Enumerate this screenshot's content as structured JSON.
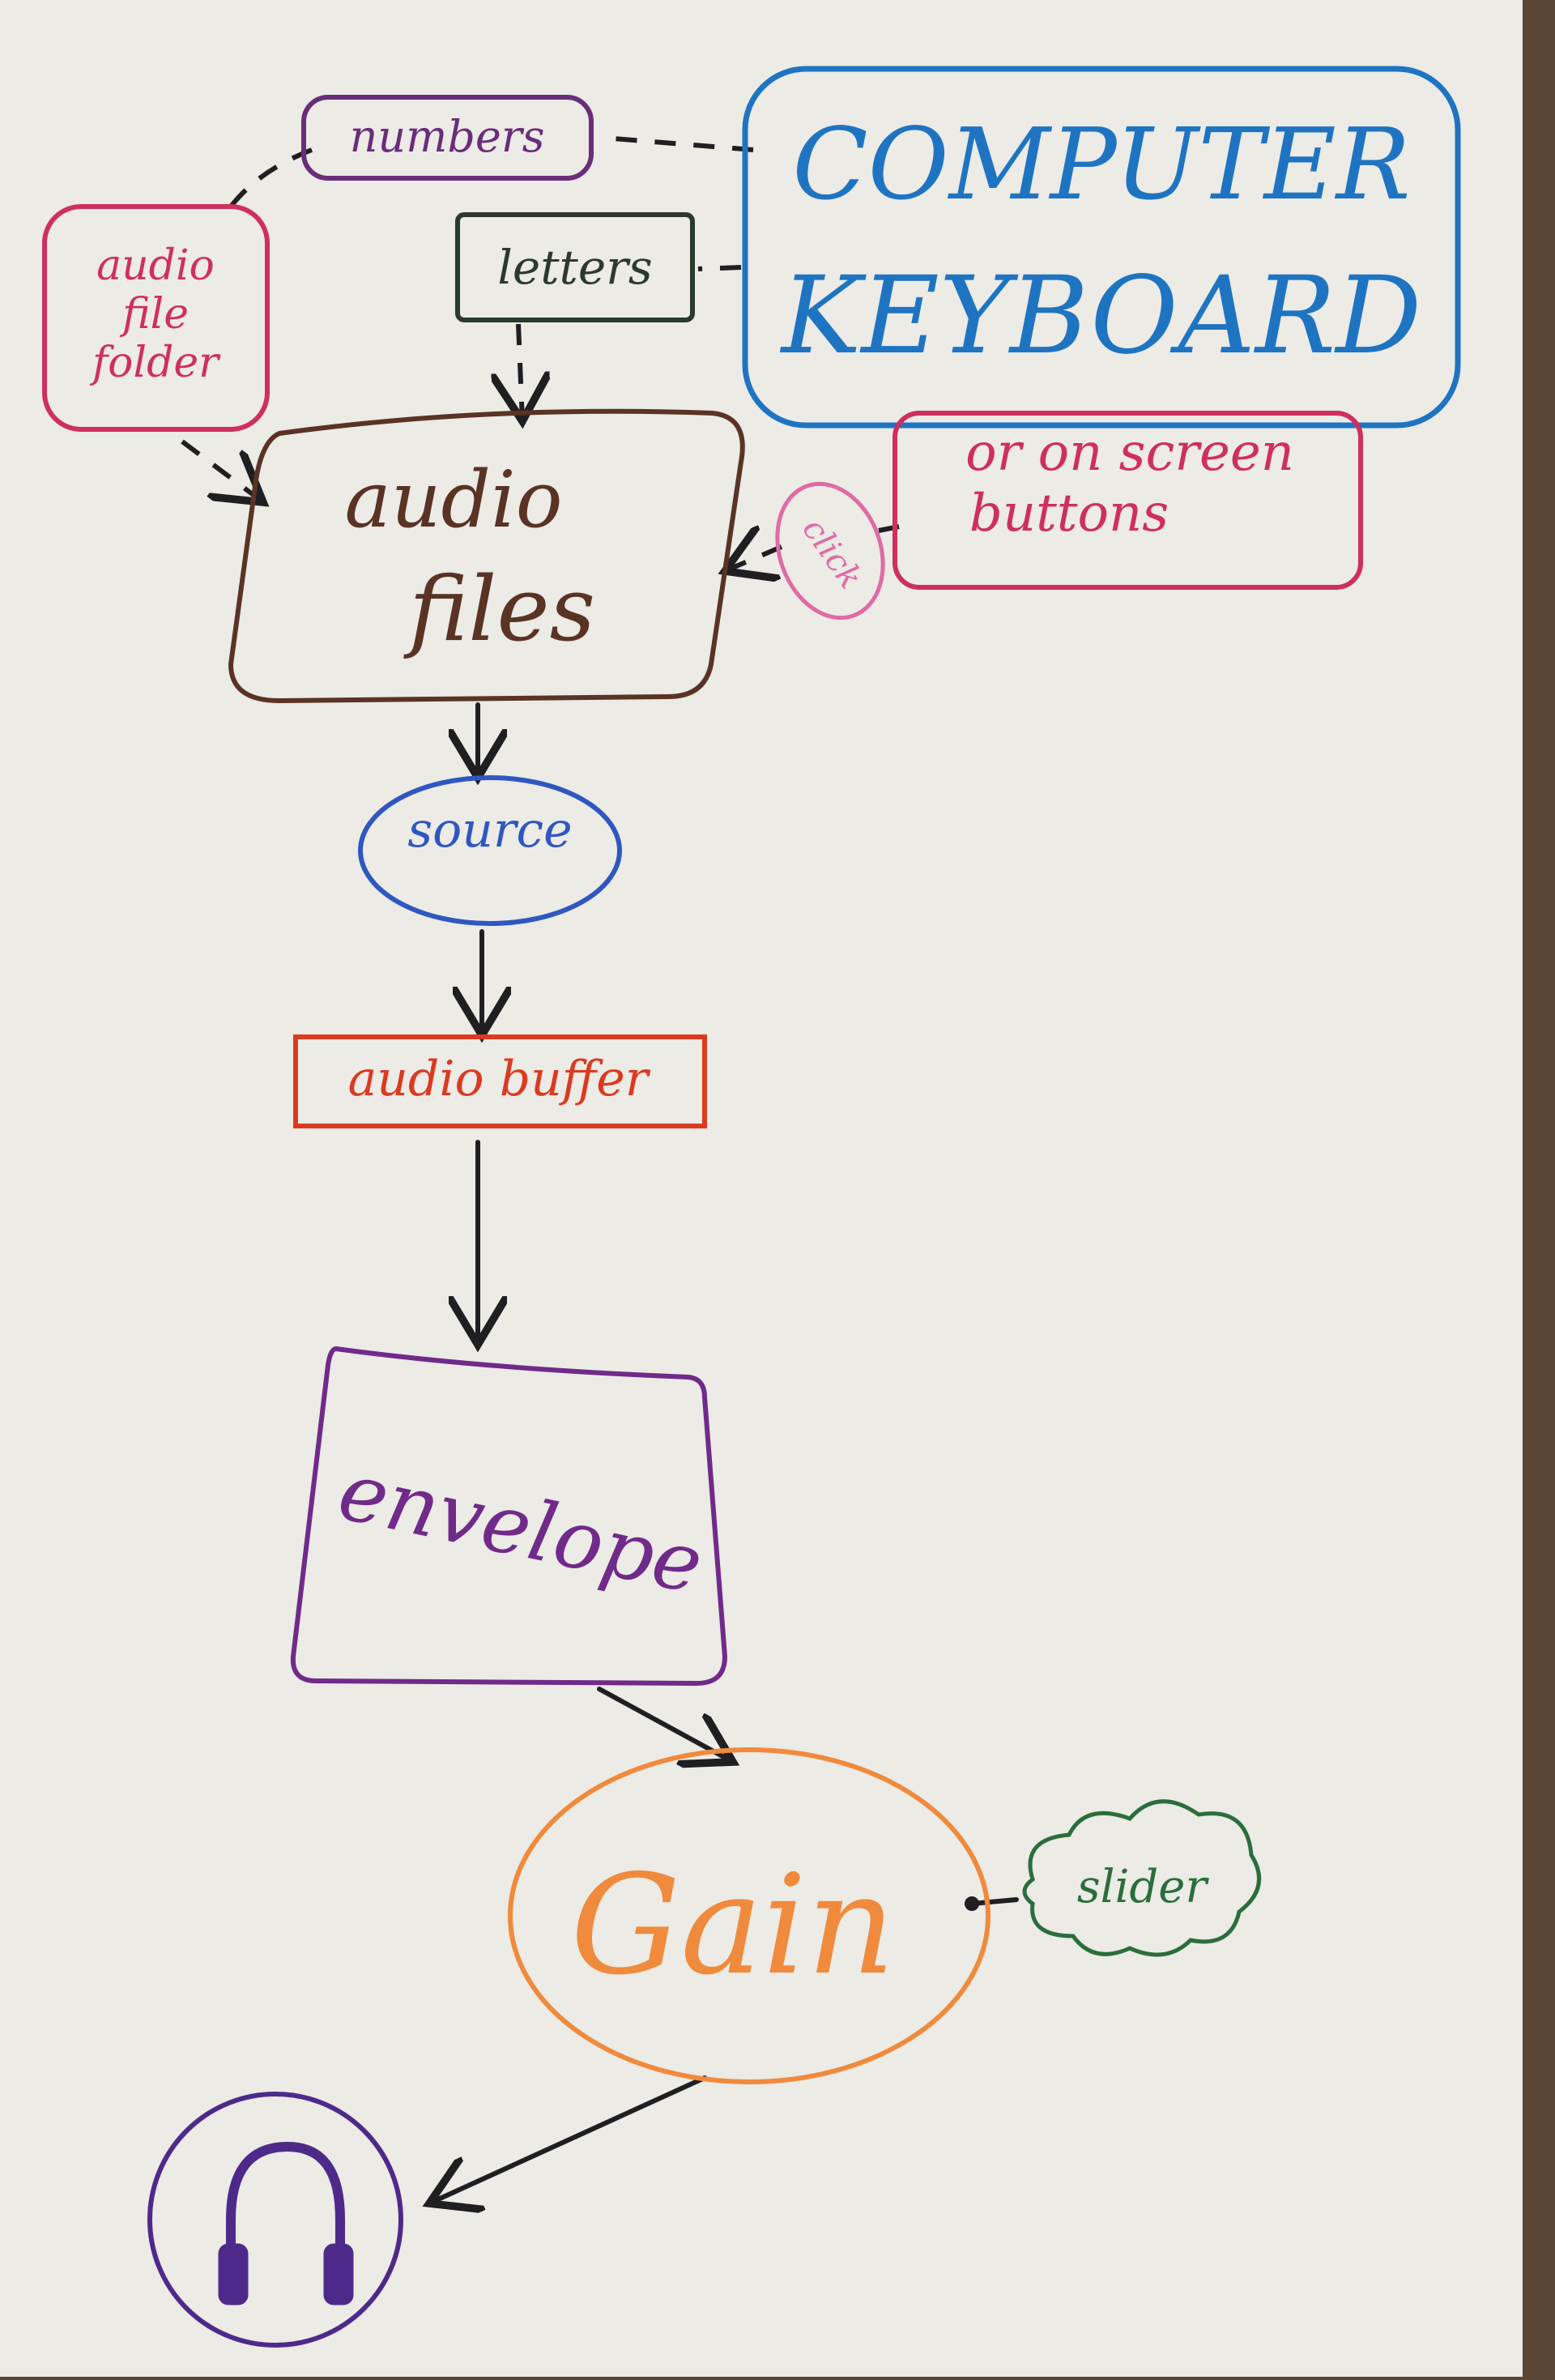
{
  "colors": {
    "paper": "#ecebe6",
    "table": "#5b4636",
    "arrow": "#1f1f22",
    "numbers": "#6b2c7a",
    "letters": "#2c3a2c",
    "keyboard": "#1f74c2",
    "audio_file_folder": "#cf2f5e",
    "audio_files": "#5a3325",
    "on_screen_buttons": "#cf2f5e",
    "click": "#e06aa4",
    "source": "#2f57c0",
    "audio_buffer": "#db3a20",
    "envelope": "#702a8a",
    "gain": "#f08a3c",
    "slider": "#2b6e3b",
    "headphones": "#4d2a8a"
  },
  "nodes": {
    "numbers": "numbers",
    "letters": "letters",
    "keyboard_line1": "COMPUTER",
    "keyboard_line2": "KEYBOARD",
    "folder_line1": "audio",
    "folder_line2": "file",
    "folder_line3": "folder",
    "audio_files_line1": "audio",
    "audio_files_line2": "files",
    "buttons_line1": "or on screen",
    "buttons_line2": "buttons",
    "click": "click",
    "source": "source",
    "audio_buffer": "audio buffer",
    "envelope": "envelope",
    "gain": "Gain",
    "slider": "slider"
  },
  "icons": {
    "output": "headphones-icon"
  }
}
